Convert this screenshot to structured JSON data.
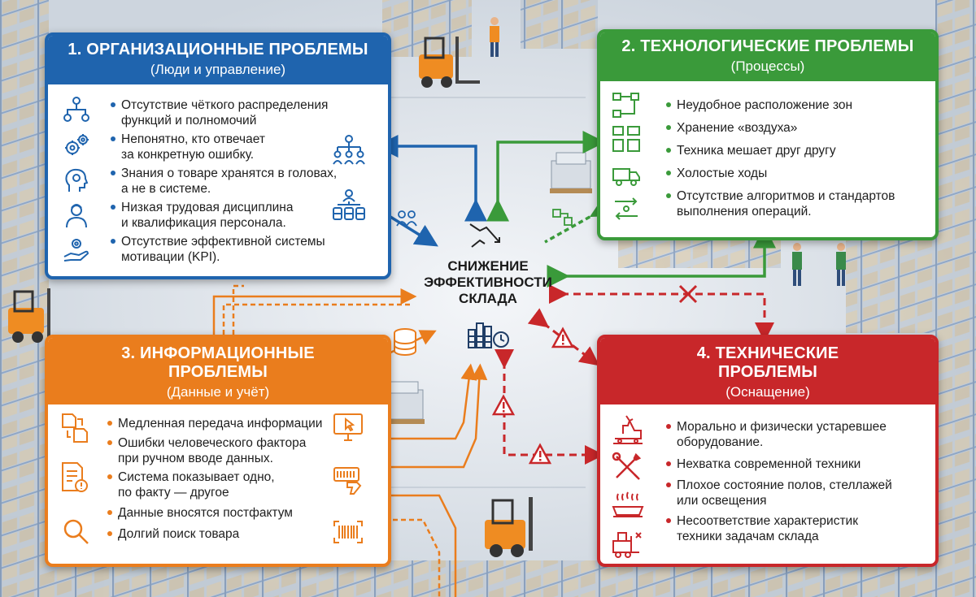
{
  "center": {
    "line1": "СНИЖЕНИЕ",
    "line2": "ЭФФЕКТИВНОСТИ",
    "line3": "СКЛАДА"
  },
  "panels": {
    "organizational": {
      "title": "1. ОРГАНИЗАЦИОННЫЕ ПРОБЛЕМЫ",
      "subtitle": "(Люди и управление)",
      "color": "#1f64ae",
      "items": [
        [
          "Отсутствие чёткого распределения",
          "функций и полномочий"
        ],
        [
          "Непонятно, кто отвечает",
          "за конкретную ошибку."
        ],
        [
          "Знания о товаре хранятся в головах,",
          "а не в системе."
        ],
        [
          "Низкая трудовая дисциплина",
          "и квалификация персонала."
        ],
        [
          "Отсутствие эффективной системы",
          "мотивации (KPI)."
        ]
      ]
    },
    "technological": {
      "title": "2. ТЕХНОЛОГИЧЕСКИЕ ПРОБЛЕМЫ",
      "subtitle": "(Процессы)",
      "color": "#3a9a3a",
      "items": [
        [
          "Неудобное расположение зон"
        ],
        [
          "Хранение «воздуха»"
        ],
        [
          "Техника мешает друг другу"
        ],
        [
          "Холостые ходы"
        ],
        [
          "Отсутствие алгоритмов и стандартов",
          "выполнения операций."
        ]
      ]
    },
    "informational": {
      "title_line1": "3. ИНФОРМАЦИОННЫЕ",
      "title_line2": "ПРОБЛЕМЫ",
      "subtitle": "(Данные и учёт)",
      "color": "#ea7d1d",
      "items": [
        [
          "Медленная передача информации"
        ],
        [
          "Ошибки человеческого фактора",
          "при ручном вводе данных."
        ],
        [
          "Система показывает одно,",
          "по факту — другое"
        ],
        [
          "Данные вносятся постфактум"
        ],
        [
          "Долгий поиск товара"
        ]
      ]
    },
    "technical": {
      "title_line1": "4. ТЕХНИЧЕСКИЕ",
      "title_line2": "ПРОБЛЕМЫ",
      "subtitle": "(Оснащение)",
      "color": "#c8272a",
      "items": [
        [
          "Морально и физически устаревшее",
          "оборудование."
        ],
        [
          "Нехватка современной техники"
        ],
        [
          "Плохое состояние полов, стеллажей",
          "или освещения"
        ],
        [
          "Несоответствие характеристик",
          "техники задачам склада"
        ]
      ]
    }
  },
  "icons": {
    "organizational": [
      "org-structure-icon",
      "gears-icon",
      "head-knowledge-icon",
      "worker-icon",
      "motivation-hand-icon",
      "hierarchy-icon",
      "team-database-icon"
    ],
    "technological": [
      "zone-flow-icon",
      "layout-blocks-icon",
      "truck-icon",
      "idle-route-icon"
    ],
    "informational": [
      "documents-icon",
      "error-document-icon",
      "magnifier-icon",
      "monitor-cursor-icon",
      "scanner-icon",
      "barcode-icon",
      "database-icon"
    ],
    "technical": [
      "old-equipment-icon",
      "tools-icon",
      "bad-floor-icon",
      "mismatch-equipment-icon"
    ],
    "center": [
      "declining-chart-icon",
      "warehouse-clock-icon"
    ],
    "flows": [
      "warning-icon",
      "warning-icon",
      "warning-icon",
      "broken-link-icon"
    ]
  }
}
